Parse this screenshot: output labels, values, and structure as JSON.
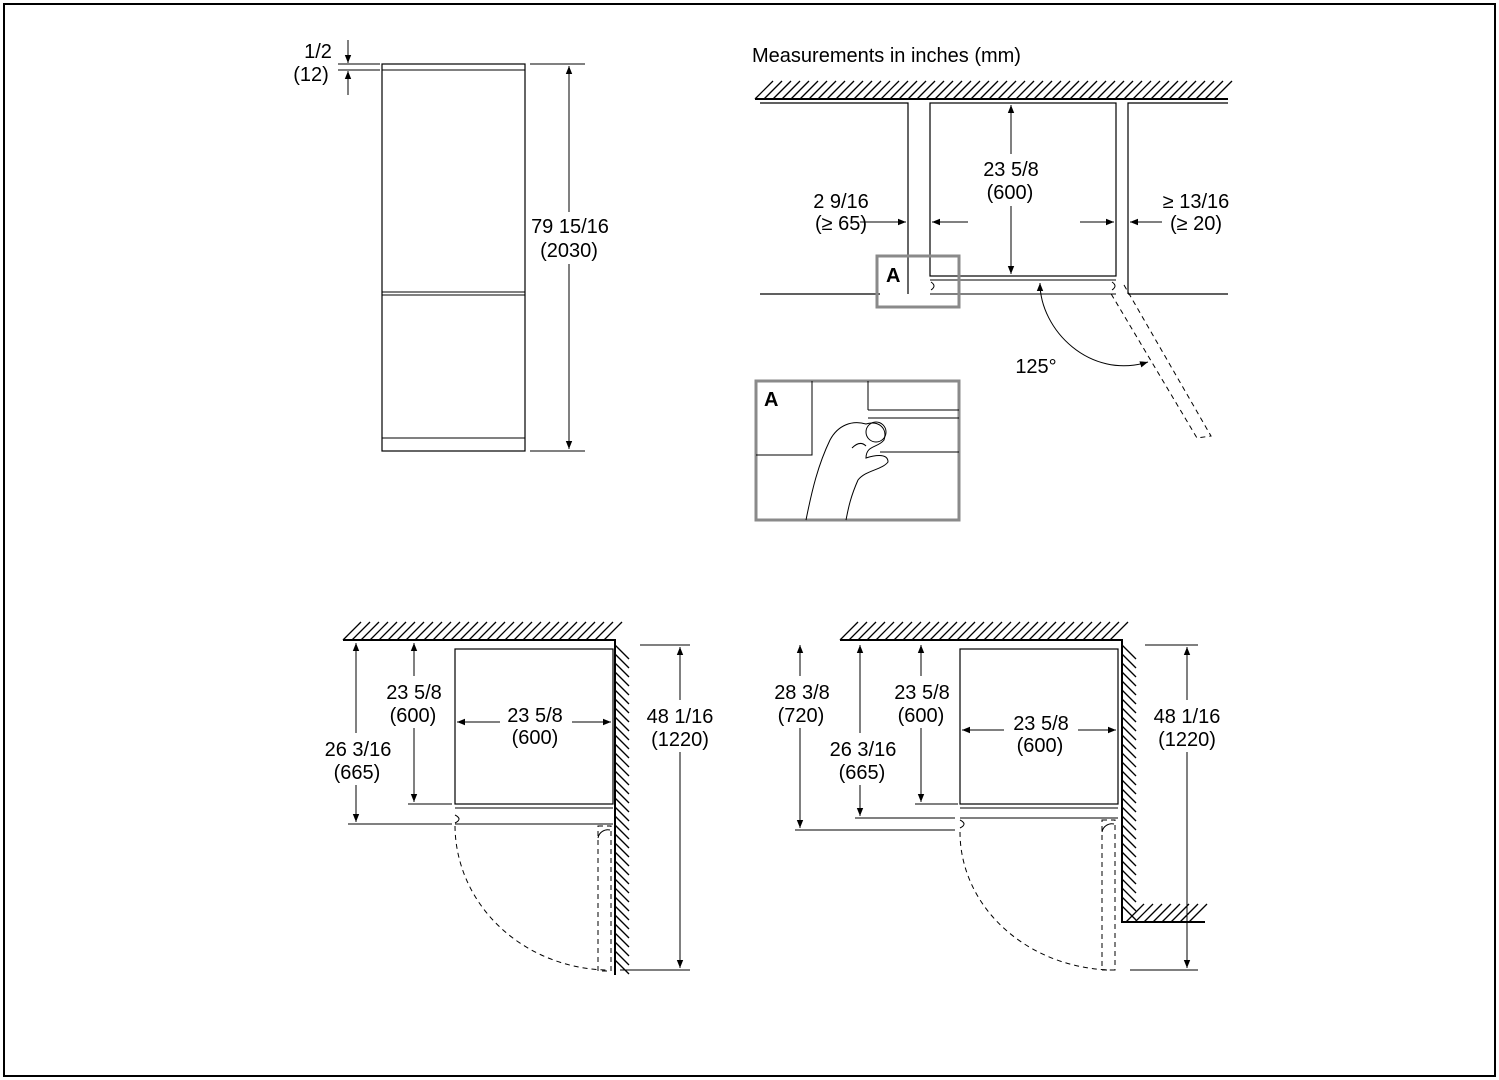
{
  "page": {
    "title": "Measurements in inches (mm)",
    "callout_letter": "A"
  },
  "side_view": {
    "top_gap_in": "1/2",
    "top_gap_mm": "(12)",
    "height_in": "79 15/16",
    "height_mm": "(2030)"
  },
  "top_view": {
    "depth_in": "23 5/8",
    "depth_mm": "(600)",
    "left_gap_in": "2 9/16",
    "left_gap_mm": "(≥ 65)",
    "right_gap_in": "≥ 13/16",
    "right_gap_mm": "(≥ 20)",
    "angle": "125°"
  },
  "corner_view_1": {
    "depth_in": "23 5/8",
    "depth_mm": "(600)",
    "width_in": "23 5/8",
    "width_mm": "(600)",
    "door_depth_in": "26 3/16",
    "door_depth_mm": "(665)",
    "swing_in": "48 1/16",
    "swing_mm": "(1220)"
  },
  "corner_view_2": {
    "total_in": "28 3/8",
    "total_mm": "(720)",
    "door_depth_in": "26 3/16",
    "door_depth_mm": "(665)",
    "depth_in": "23 5/8",
    "depth_mm": "(600)",
    "width_in": "23 5/8",
    "width_mm": "(600)",
    "swing_in": "48 1/16",
    "swing_mm": "(1220)"
  }
}
